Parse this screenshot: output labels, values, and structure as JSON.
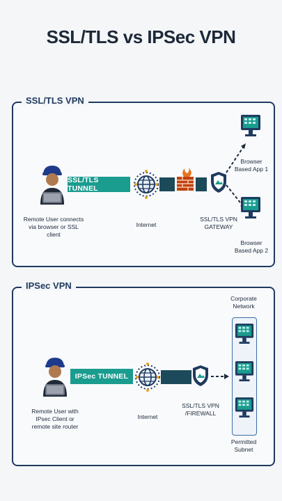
{
  "title": "SSL/TLS vs IPSec VPN",
  "ssl_panel": {
    "label": "SSL/TLS VPN",
    "user_caption": "Remote User connects\nvia browser or SSL\nclient",
    "tunnel_label": "SSL/TLS TUNNEL",
    "internet_caption": "Internet",
    "gateway_caption": "SSL/TLS VPN\nGATEWAY",
    "app1_caption": "Browser\nBased App 1",
    "app2_caption": "Browser\nBased App 2"
  },
  "ipsec_panel": {
    "label": "IPSec VPN",
    "user_caption": "Remote User with\nIPsec Client or\nremote site router",
    "tunnel_label": "IPSec TUNNEL",
    "internet_caption": "Internet",
    "firewall_caption": "SSL/TLS VPN\n/FIREWALL",
    "corporate_caption": "Corporate\nNetwork",
    "subnet_caption": "Permitted\nSubnet"
  },
  "colors": {
    "navy": "#1f3a5f",
    "teal": "#1a9c8f",
    "pipe": "#1c4a5a",
    "fire": "#e8731e"
  }
}
